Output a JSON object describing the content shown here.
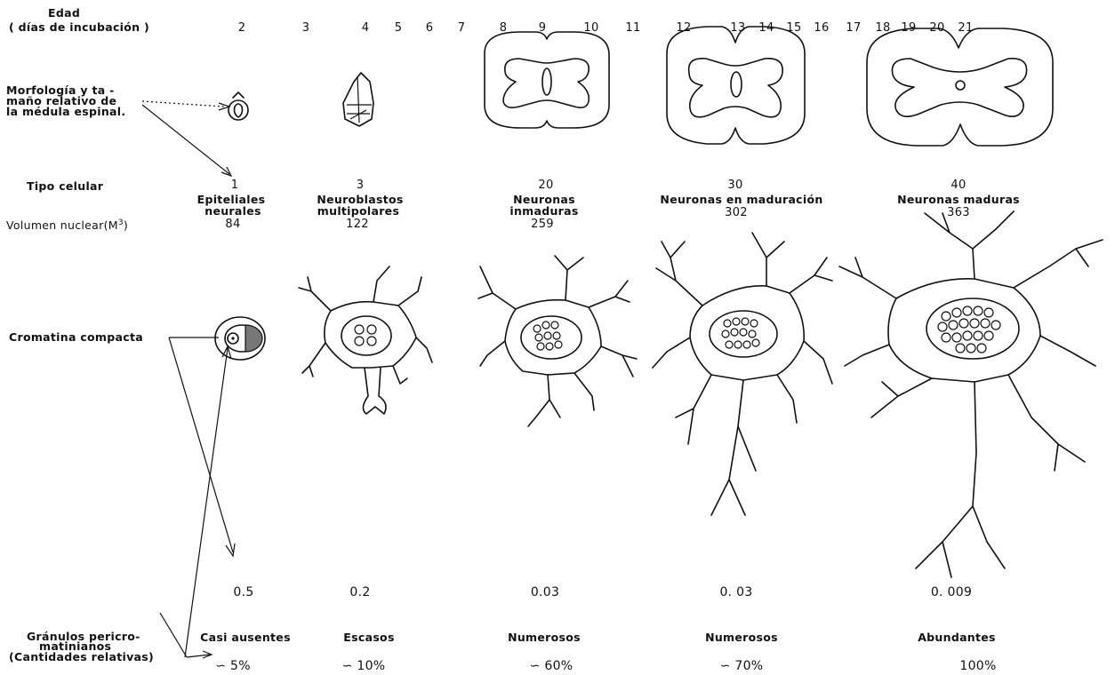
{
  "header": {
    "age_label": "Edad",
    "age_sublabel": "( días de incubación )",
    "days": [
      "2",
      "3",
      "4",
      "5",
      "6",
      "7",
      "8",
      "9",
      "10",
      "11",
      "12",
      "13",
      "14",
      "15",
      "16",
      "17",
      "18",
      "19",
      "20",
      "21"
    ]
  },
  "rows": {
    "morphology_label": [
      "Morfología y ta -",
      "maño relativo de",
      "la médula espinal."
    ],
    "cell_type_label": "Tipo celular",
    "nuclear_volume_label": "Volumen nuclear(M",
    "nuclear_volume_sup": "3",
    "chromatin_label": "Cromatina compacta",
    "granules_label": [
      "Gránulos pericro-",
      "matinianos",
      "(Cantidades relativas)"
    ]
  },
  "stages": [
    {
      "index": "1",
      "name": [
        "Epiteliales",
        "neurales"
      ],
      "volume": "84",
      "chromatin": "0.5",
      "granules": "Casi ausentes",
      "percent": "∽ 5%"
    },
    {
      "index": "3",
      "name": [
        "Neuroblastos",
        "multipolares"
      ],
      "volume": "122",
      "chromatin": "0.2",
      "granules": "Escasos",
      "percent": "∽ 10%"
    },
    {
      "index": "20",
      "name": [
        "Neuronas",
        "inmaduras"
      ],
      "volume": "259",
      "chromatin": "0.03",
      "granules": "Numerosos",
      "percent": "∽ 60%"
    },
    {
      "index": "30",
      "name": [
        "Neuronas en maduración"
      ],
      "volume": "302",
      "chromatin": "0. 03",
      "granules": "Numerosos",
      "percent": "∽ 70%"
    },
    {
      "index": "40",
      "name": [
        "Neuronas maduras"
      ],
      "volume": "363",
      "chromatin": "0. 009",
      "granules": "Abundantes",
      "percent": "100%"
    }
  ]
}
